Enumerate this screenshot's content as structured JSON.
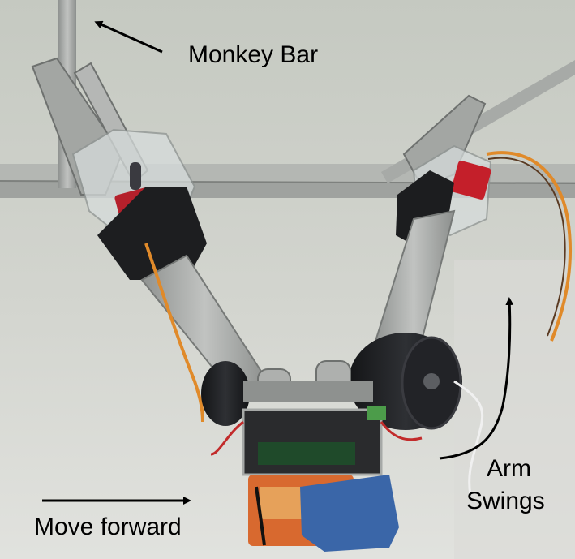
{
  "annotations": {
    "monkey_bar": "Monkey Bar",
    "move_forward": "Move forward",
    "arm_line1": "Arm",
    "arm_line2": "Swings"
  },
  "colors": {
    "ceiling": "#c9ccc6",
    "aluminum": "#a9acaa",
    "dark_part": "#1c1d1f",
    "servo_red": "#c41f2a",
    "tape_blue": "#3a66a8",
    "battery_orange": "#d8692f",
    "wire_orange": "#e08a2a",
    "annotation": "#000000"
  }
}
